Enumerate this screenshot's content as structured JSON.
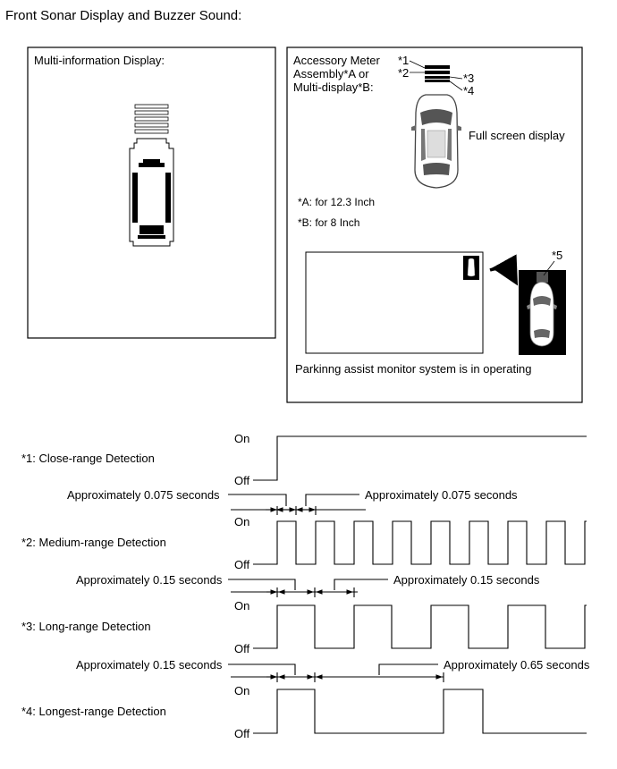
{
  "title": "Front Sonar Display and Buzzer Sound:",
  "left_panel": {
    "label": "Multi-information Display:"
  },
  "right_panel": {
    "label_lines": [
      "Accessory Meter",
      "Assembly*A or",
      "Multi-display*B:"
    ],
    "callouts": {
      "c1": "*1",
      "c2": "*2",
      "c3": "*3",
      "c4": "*4",
      "c5": "*5"
    },
    "full_screen_label": "Full screen display",
    "note_a": "*A: for 12.3 Inch",
    "note_b": "*B: for 8 Inch",
    "operating_caption": "Parkinng assist monitor system is in operating"
  },
  "timing": {
    "on_label": "On",
    "off_label": "Off",
    "rows": [
      {
        "label": "*1: Close-range Detection",
        "pattern": "continuous"
      },
      {
        "label": "*2: Medium-range Detection",
        "on_annotation": "Approximately 0.075 seconds",
        "off_annotation": "Approximately 0.075 seconds"
      },
      {
        "label": "*3: Long-range Detection",
        "on_annotation": "Approximately 0.15 seconds",
        "off_annotation": "Approximately 0.15 seconds"
      },
      {
        "label": "*4: Longest-range Detection",
        "on_annotation": "Approximately 0.15 seconds",
        "off_annotation": "Approximately 0.65 seconds"
      }
    ]
  }
}
